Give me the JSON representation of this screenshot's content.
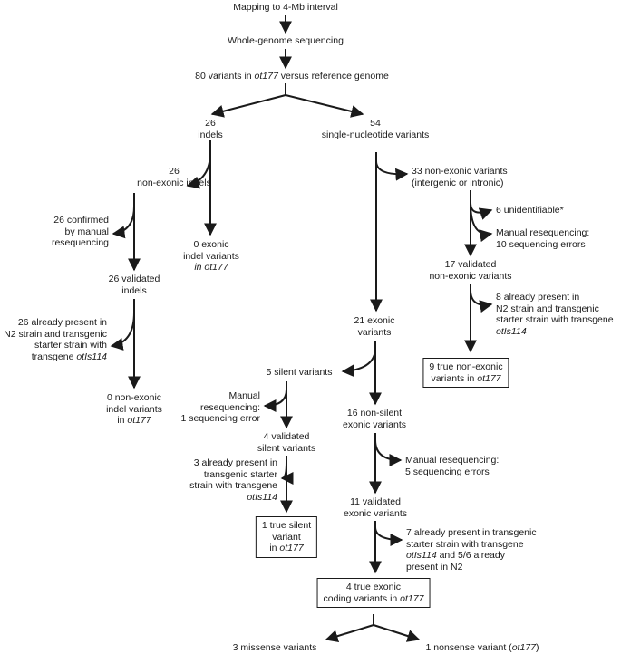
{
  "nodes": {
    "mapping": [
      "Mapping to 4-Mb interval"
    ],
    "wgs": [
      "Whole-genome sequencing"
    ],
    "variants80": [
      [
        "80 variants in ",
        {
          "i": "ot177"
        },
        " versus reference genome"
      ]
    ],
    "indels26": [
      "26",
      "indels"
    ],
    "snv54": [
      "54",
      "single-nucleotide variants"
    ],
    "nonexonic_indels26": [
      "26",
      "non-exonic indels"
    ],
    "confirmed26": [
      "26 confirmed",
      "by manual",
      "resequencing"
    ],
    "exonic_indel0": [
      "0 exonic",
      "indel variants",
      [
        {
          "i": "in ot177"
        }
      ]
    ],
    "validated_indels26": [
      "26 validated",
      "indels"
    ],
    "already_present26": [
      "26 already present in",
      "N2 strain and transgenic",
      "starter strain with",
      [
        "transgene ",
        {
          "i": "otIs114"
        }
      ]
    ],
    "nonexonic_indel0": [
      "0 non-exonic",
      "indel variants",
      [
        "in ",
        {
          "i": "ot177"
        }
      ]
    ],
    "nonexonic33": [
      "33 non-exonic variants",
      "(intergenic or intronic)"
    ],
    "unidentifiable6": [
      "6 unidentifiable*"
    ],
    "reseq10": [
      "Manual resequencing:",
      "10 sequencing errors"
    ],
    "validated_nonexonic17": [
      "17 validated",
      "non-exonic variants"
    ],
    "already_present8": [
      "8 already present in",
      "N2 strain and transgenic",
      "starter strain with transgene",
      [
        {
          "i": "otIs114"
        }
      ]
    ],
    "true_nonexonic9": [
      "9 true non-exonic",
      [
        "variants in ",
        {
          "i": "ot177"
        }
      ]
    ],
    "exonic21": [
      "21 exonic",
      "variants"
    ],
    "silent5": [
      "5 silent variants"
    ],
    "reseq1": [
      "Manual",
      "resequencing:",
      "1 sequencing error"
    ],
    "nonsilent16": [
      "16 non-silent",
      "exonic variants"
    ],
    "validated_silent4": [
      "4 validated",
      "silent variants"
    ],
    "already_present3": [
      "3 already present in",
      "transgenic starter",
      "strain with transgene",
      [
        {
          "i": "otIs114"
        }
      ]
    ],
    "reseq5": [
      "Manual resequencing:",
      "5 sequencing errors"
    ],
    "true_silent1": [
      "1 true silent",
      "variant",
      [
        "in ",
        {
          "i": "ot177"
        }
      ]
    ],
    "validated_exonic11": [
      "11 validated",
      "exonic variants"
    ],
    "already_present7": [
      "7 already present in transgenic",
      "starter strain with transgene",
      [
        {
          "i": "otIs114"
        },
        " and 5/6 already"
      ],
      "present in N2"
    ],
    "true_exonic4": [
      "4 true exonic",
      [
        "coding variants in ",
        {
          "i": "ot177"
        }
      ]
    ],
    "missense3": [
      "3 missense variants"
    ],
    "nonsense1": [
      [
        "1 nonsense variant (",
        {
          "i": "ot177"
        },
        ")"
      ]
    ]
  }
}
